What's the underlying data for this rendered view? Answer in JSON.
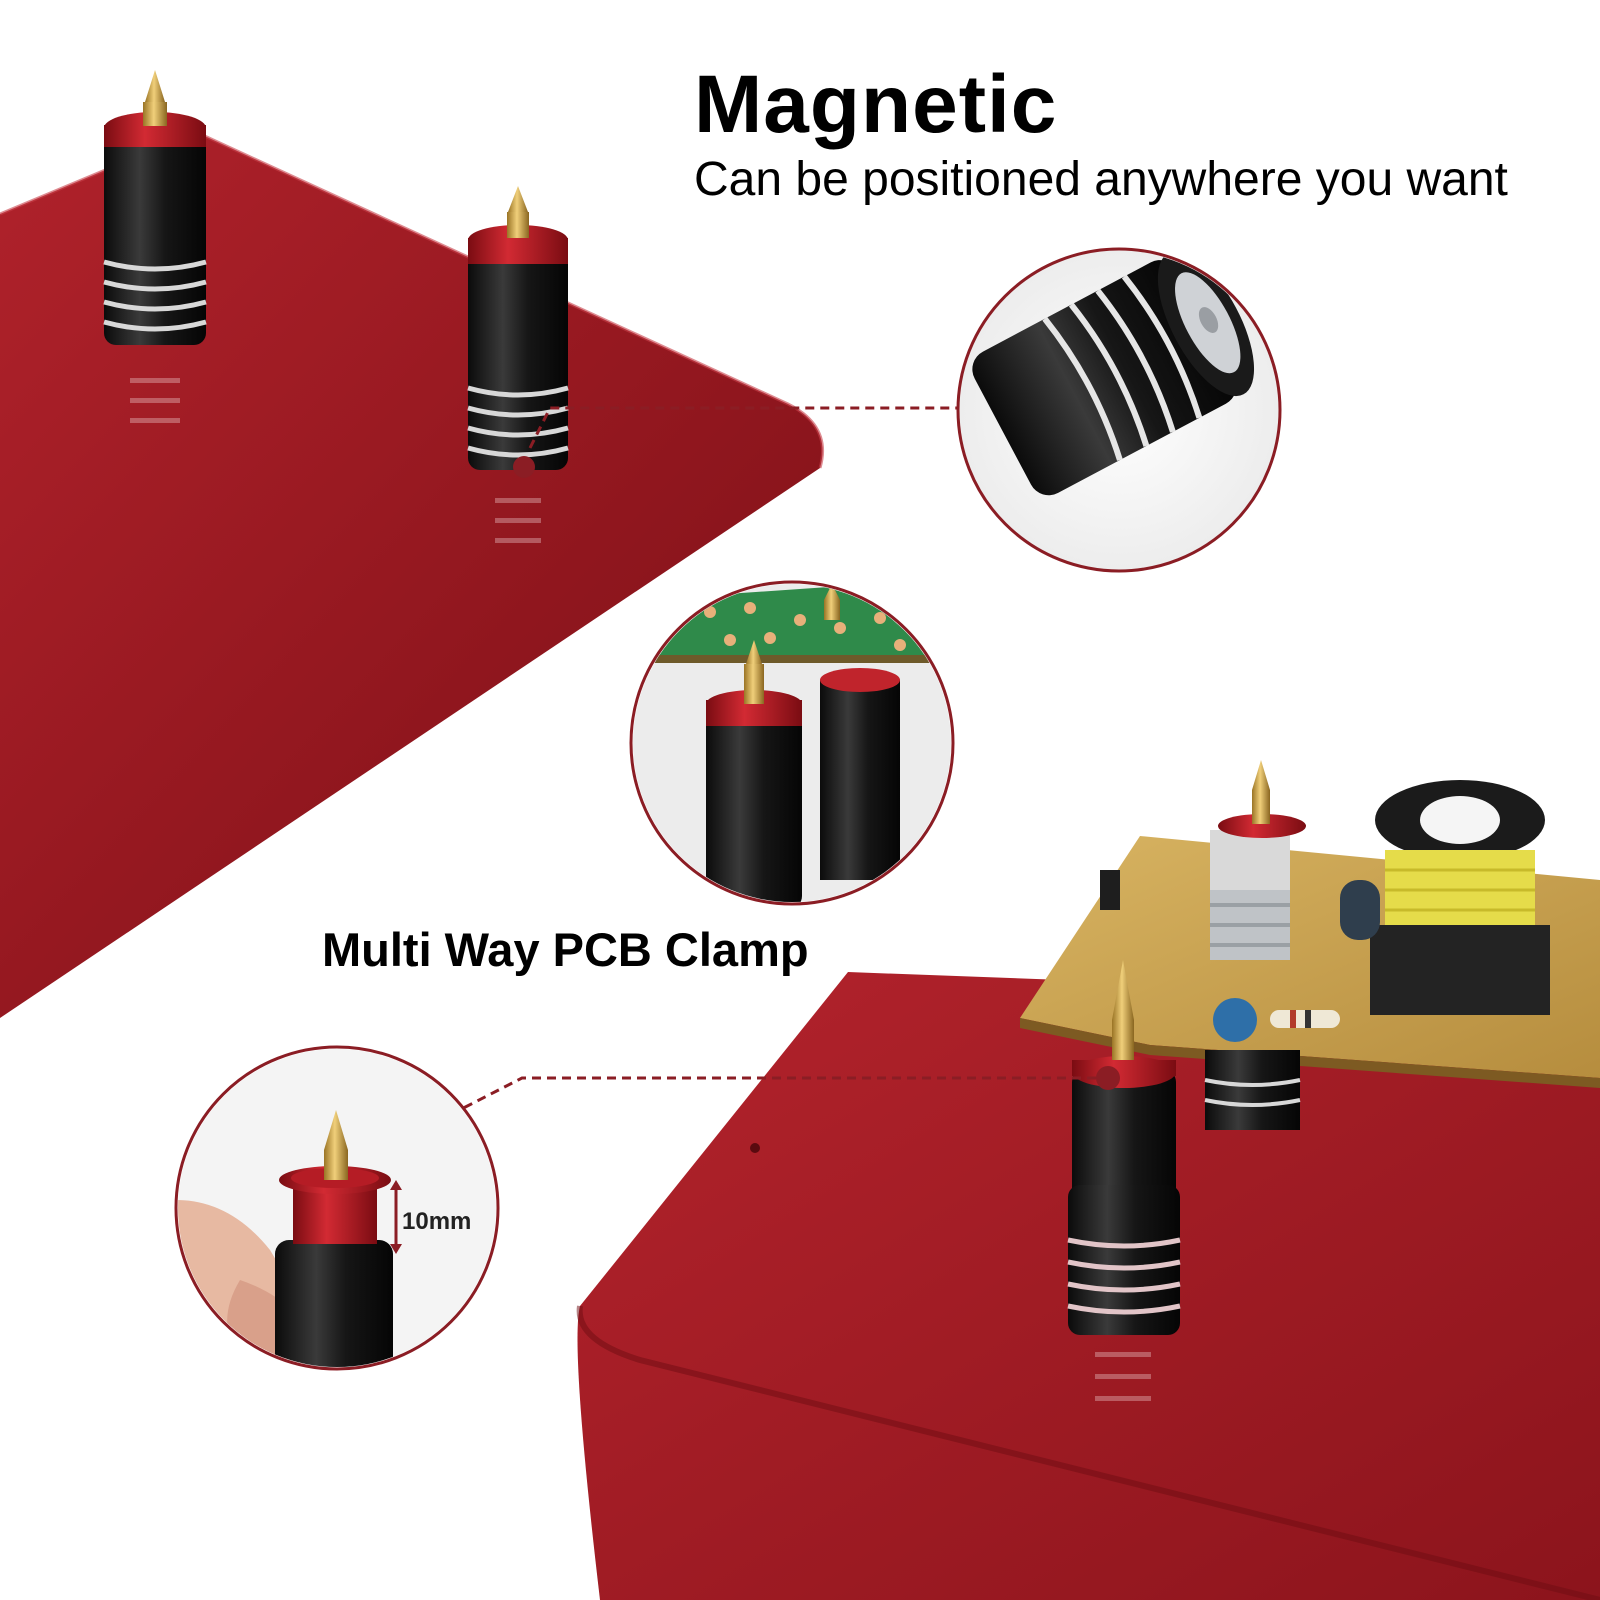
{
  "header": {
    "title": "Magnetic",
    "subtitle": "Can be positioned anywhere you want"
  },
  "callouts": {
    "clamp_label": "Multi Way PCB Clamp",
    "dimension_label": "10mm"
  },
  "colors": {
    "plate_red": "#a3161c",
    "accent_red": "#8b1d24",
    "clamp_black": "#141414",
    "brass": "#c9a24a",
    "pcb_green": "#2f8a4a"
  }
}
